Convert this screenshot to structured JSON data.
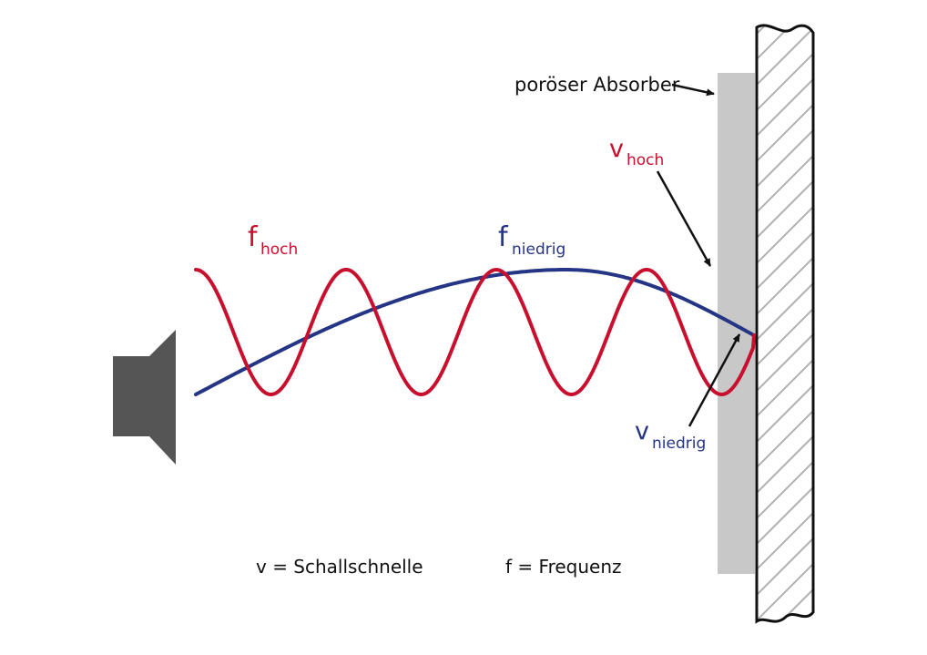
{
  "labels": {
    "absorber": "poröser Absorber",
    "v_high_main": "v",
    "v_high_sub": "hoch",
    "f_high_main": "f",
    "f_high_sub": "hoch",
    "f_low_main": "f",
    "f_low_sub": "niedrig",
    "v_low_main": "v",
    "v_low_sub": "niedrig"
  },
  "legend": {
    "v_def": "v = Schallschnelle",
    "f_def": "f = Frequenz"
  },
  "colors": {
    "high_wave": "#c8102e",
    "low_wave": "#253585",
    "speaker": "#555555",
    "absorber": "#c8c8c8",
    "wall_hatch": "#b0b0b0"
  },
  "icons": {
    "speaker": "loudspeaker-icon",
    "wall": "wall-hatched"
  }
}
